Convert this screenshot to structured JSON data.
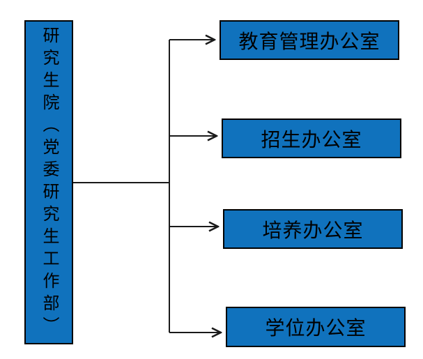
{
  "diagram": {
    "root": {
      "label": "研究生院（党委研究生工作部）"
    },
    "children": [
      {
        "label": "教育管理办公室"
      },
      {
        "label": "招生办公室"
      },
      {
        "label": "培养办公室"
      },
      {
        "label": "学位办公室"
      }
    ]
  },
  "colors": {
    "box_fill": "#1072BD",
    "box_border": "#000000",
    "connector": "#1a1a1a",
    "text": "#000000"
  }
}
